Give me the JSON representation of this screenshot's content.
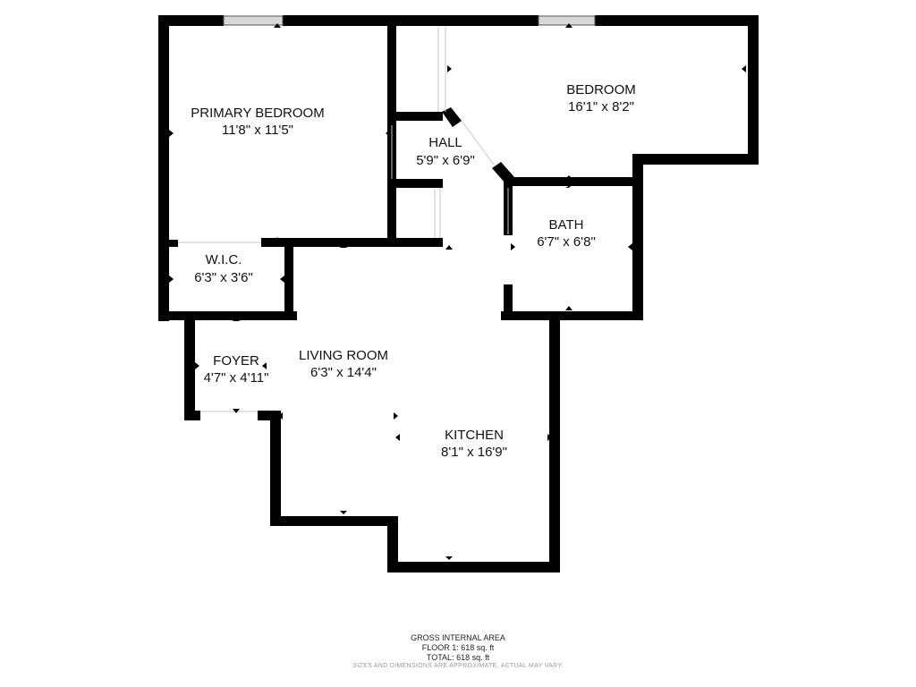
{
  "rooms": {
    "primary_bedroom": {
      "name": "PRIMARY BEDROOM",
      "size": "11'8\" x 11'5\""
    },
    "bedroom": {
      "name": "BEDROOM",
      "size": "16'1\" x 8'2\""
    },
    "hall": {
      "name": "HALL",
      "size": "5'9\" x 6'9\""
    },
    "wic": {
      "name": "W.I.C.",
      "size": "6'3\" x 3'6\""
    },
    "bath": {
      "name": "BATH",
      "size": "6'7\" x 6'8\""
    },
    "foyer": {
      "name": "FOYER",
      "size": "4'7\" x 4'11\""
    },
    "living_room": {
      "name": "LIVING ROOM",
      "size": "6'3\" x 14'4\""
    },
    "kitchen": {
      "name": "KITCHEN",
      "size": "8'1\" x 16'9\""
    }
  },
  "footer": {
    "title": "GROSS INTERNAL AREA",
    "floor": "FLOOR 1: 618 sq. ft",
    "total": "TOTAL: 618 sq. ft",
    "disclaimer": "SIZES AND DIMENSIONS ARE APPROXIMATE, ACTUAL MAY VARY."
  },
  "colors": {
    "wall": "#000000",
    "window": "#d8d8d8",
    "background": "#ffffff"
  }
}
